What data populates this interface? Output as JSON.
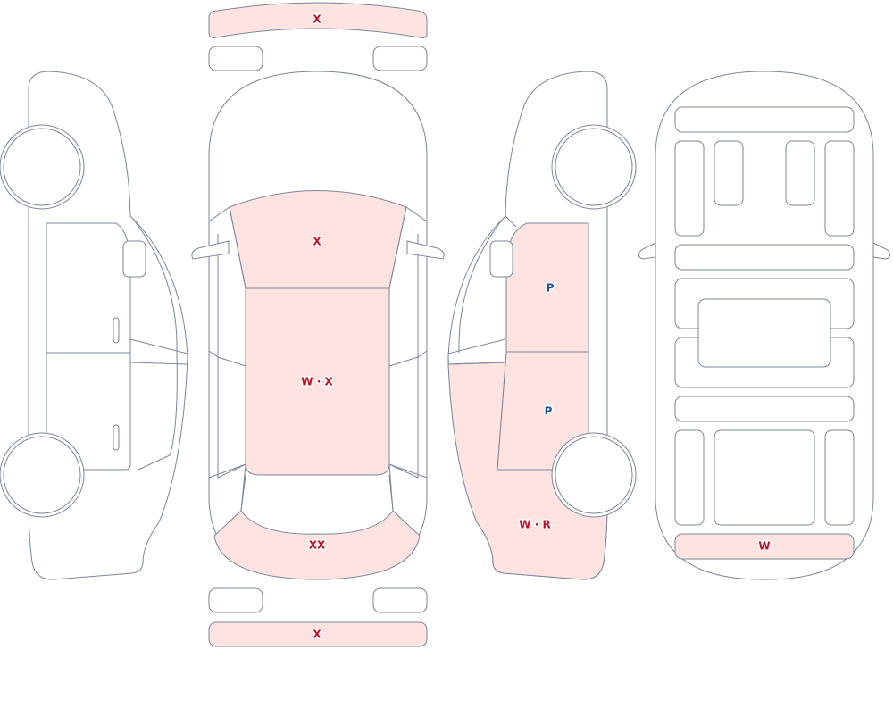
{
  "colors": {
    "outline": "#7a8799",
    "marked_fill": "#ffe3e1",
    "damage_code": "#c0102a",
    "paint_code": "#1a4ea0"
  },
  "marks": {
    "front_bumper_strip": "X",
    "hood": "X",
    "roof": "W · X",
    "trunk_lid": "XX",
    "rear_bumper_strip": "X",
    "right_front_door": "P",
    "right_rear_door": "P",
    "right_rear_quarter": "W · R",
    "underbody_rear": "W"
  }
}
